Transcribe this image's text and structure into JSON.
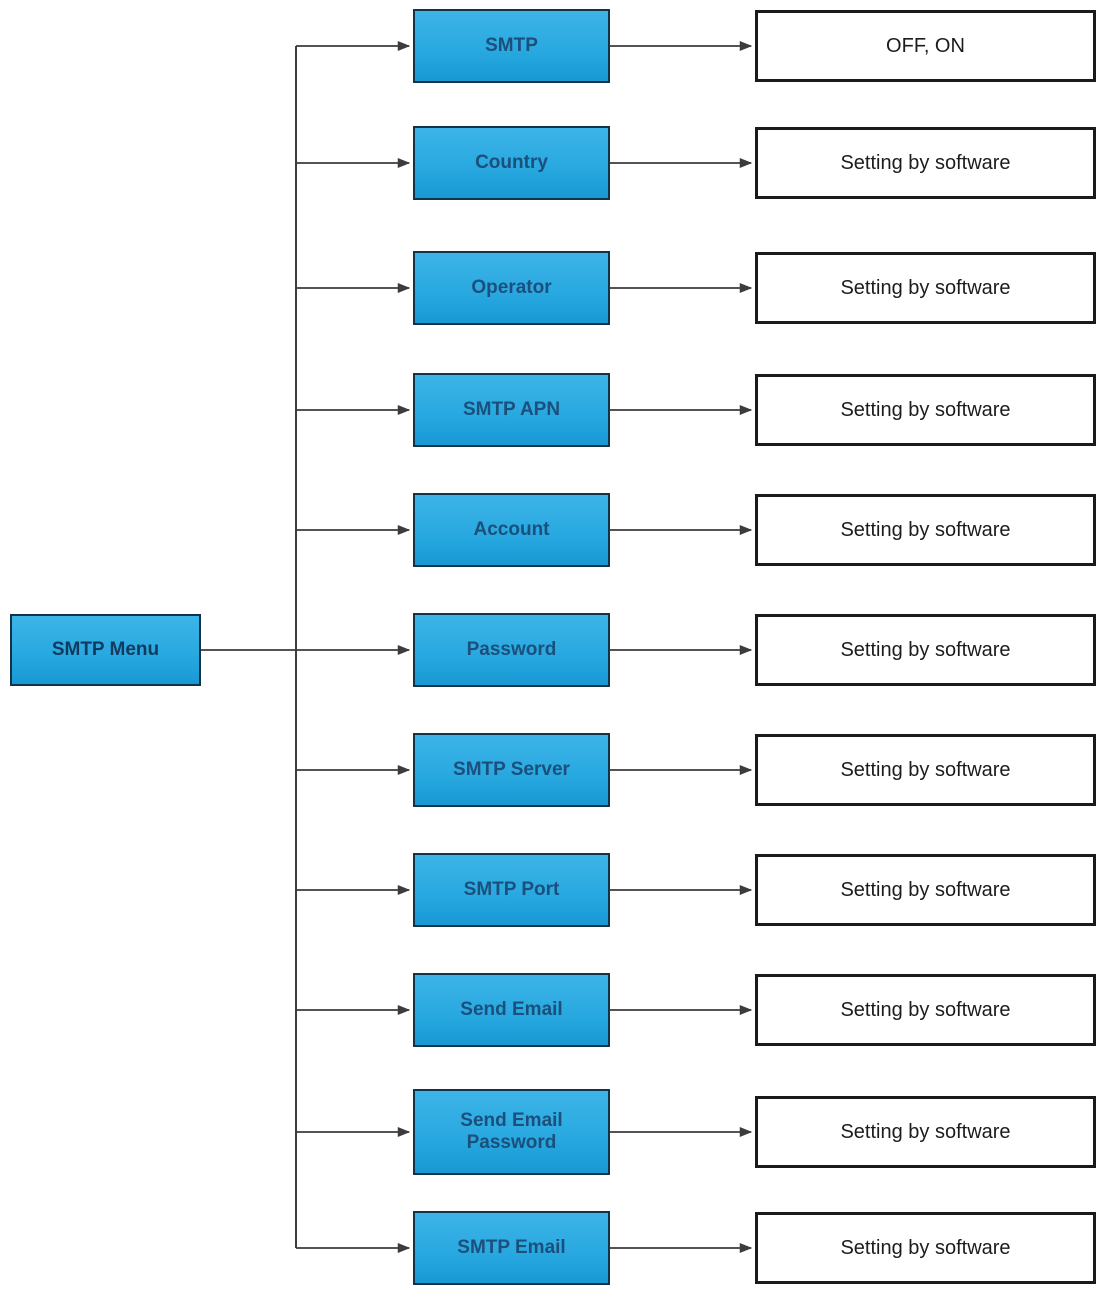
{
  "root": {
    "label": "SMTP Menu"
  },
  "rows": [
    {
      "menu": "SMTP",
      "value": "OFF, ON"
    },
    {
      "menu": "Country",
      "value": "Setting by software"
    },
    {
      "menu": "Operator",
      "value": "Setting by software"
    },
    {
      "menu": "SMTP APN",
      "value": "Setting by software"
    },
    {
      "menu": "Account",
      "value": "Setting by software"
    },
    {
      "menu": "Password",
      "value": "Setting by software"
    },
    {
      "menu": "SMTP Server",
      "value": "Setting by software"
    },
    {
      "menu": "SMTP Port",
      "value": "Setting by software"
    },
    {
      "menu": "Send Email",
      "value": "Setting by software"
    },
    {
      "menu": "Send Email Password",
      "value": "Setting by software"
    },
    {
      "menu": "SMTP Email",
      "value": "Setting by software"
    }
  ],
  "colors": {
    "menu_fill": "#29a9e0",
    "menu_fill_top": "#3db4e8",
    "menu_fill_bottom": "#1899d4",
    "menu_border": "#123447",
    "menu_text": "#1b4f7c",
    "value_fill": "#ffffff",
    "value_border": "#1a1a1a",
    "value_text": "#1c1c1c",
    "connector": "#3c3c3c",
    "background": "#ffffff"
  }
}
